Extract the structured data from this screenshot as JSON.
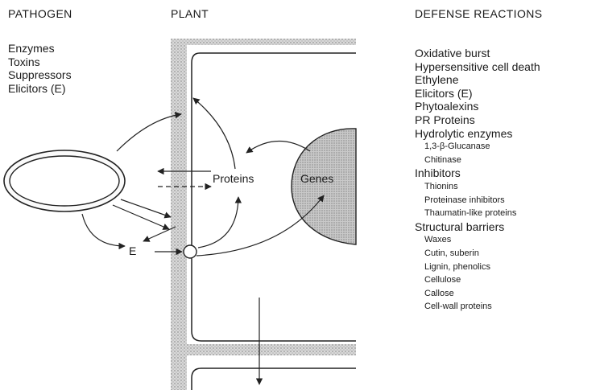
{
  "headers": {
    "pathogen": "PATHOGEN",
    "plant": "PLANT",
    "defense": "DEFENSE REACTIONS"
  },
  "pathogen_items": [
    "Enzymes",
    "Toxins",
    "Suppressors",
    "Elicitors (E)"
  ],
  "diagram_labels": {
    "proteins": "Proteins",
    "genes": "Genes",
    "elicitor": "E"
  },
  "defense_reactions": [
    {
      "text": "Oxidative burst",
      "level": 1
    },
    {
      "text": "Hypersensitive cell death",
      "level": 1
    },
    {
      "text": "Ethylene",
      "level": 1
    },
    {
      "text": "Elicitors (E)",
      "level": 1
    },
    {
      "text": "Phytoalexins",
      "level": 1
    },
    {
      "text": "PR Proteins",
      "level": 1
    },
    {
      "text": "Hydrolytic enzymes",
      "level": 1
    },
    {
      "text": "1,3-β-Glucanase",
      "level": 2
    },
    {
      "text": "Chitinase",
      "level": 2
    },
    {
      "text": "Inhibitors",
      "level": 1
    },
    {
      "text": "Thionins",
      "level": 2
    },
    {
      "text": "Proteinase inhibitors",
      "level": 2
    },
    {
      "text": "Thaumatin-like proteins",
      "level": 2
    },
    {
      "text": "Structural barriers",
      "level": 1
    },
    {
      "text": "Waxes",
      "level": 2
    },
    {
      "text": "Cutin, suberin",
      "level": 2
    },
    {
      "text": "Lignin, phenolics",
      "level": 2
    },
    {
      "text": "Cellulose",
      "level": 2
    },
    {
      "text": "Callose",
      "level": 2
    },
    {
      "text": "Cell-wall proteins",
      "level": 2
    }
  ]
}
